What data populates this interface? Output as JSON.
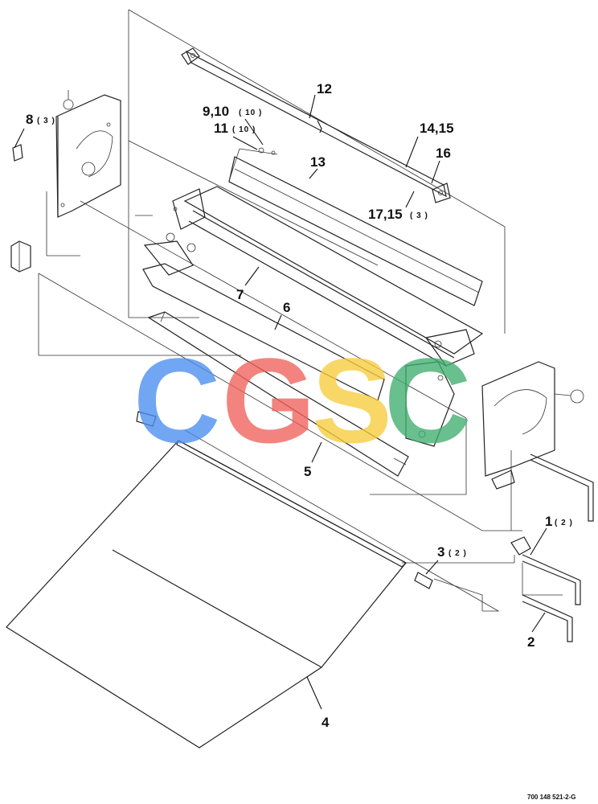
{
  "callouts": {
    "c12": "12",
    "c9_10": "9,10",
    "c9_10_qty": "( 10 )",
    "c11": "11",
    "c11_qty": "( 10 )",
    "c8": "8",
    "c8_qty": "( 3 )",
    "c14_15": "14,15",
    "c16": "16",
    "c13": "13",
    "c17_15": "17,15",
    "c17_15_qty": "( 3 )",
    "c7": "7",
    "c6": "6",
    "c5": "5",
    "c1": "1",
    "c1_qty": "( 2 )",
    "c3": "3",
    "c3_qty": "( 2 )",
    "c2": "2",
    "c4": "4"
  },
  "reference_number": "700 148 521-2-G",
  "watermark": {
    "letters": [
      "C",
      "G",
      "S",
      "C"
    ],
    "colors": [
      "#4a8ef0",
      "#f0615a",
      "#f7cc3c",
      "#3fae6e"
    ]
  }
}
